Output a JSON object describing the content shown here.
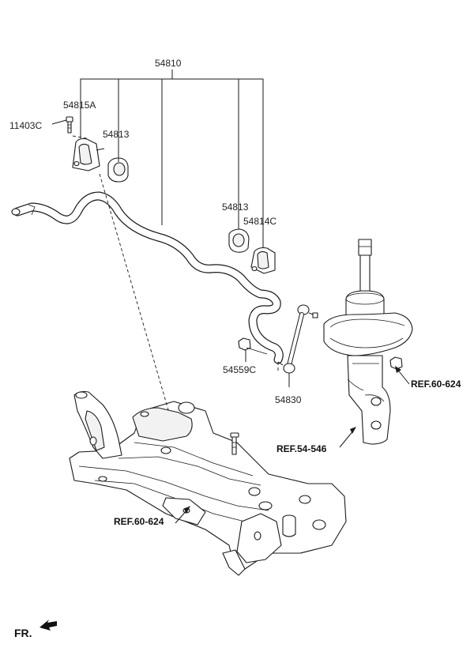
{
  "parts": {
    "p54810": "54810",
    "p54815A": "54815A",
    "p11403C": "11403C",
    "p54813_top": "54813",
    "p54813_right": "54813",
    "p54814C": "54814C",
    "p54559C": "54559C",
    "p54830": "54830"
  },
  "refs": {
    "ref_strut_mount": "REF.60-624",
    "ref_strut": "REF.54-546",
    "ref_subframe": "REF.60-624"
  },
  "orientation": {
    "label": "FR."
  }
}
